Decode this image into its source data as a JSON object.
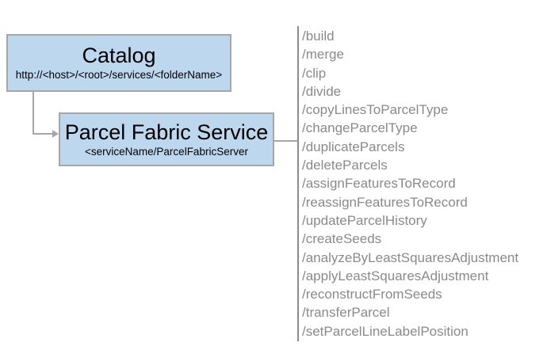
{
  "diagram": {
    "catalog": {
      "title": "Catalog",
      "url_template": "http://<host>/<root>/services/<folderName>"
    },
    "service": {
      "title": "Parcel Fabric Service",
      "url_template": "<serviceName/ParcelFabricServer"
    },
    "endpoints": [
      "/build",
      "/merge",
      "/clip",
      "/divide",
      "/copyLinesToParcelType",
      "/changeParcelType",
      "/duplicateParcels",
      "/deleteParcels",
      "/assignFeaturesToRecord",
      "/reassignFeaturesToRecord",
      "/updateParcelHistory",
      "/createSeeds",
      "/analyzeByLeastSquaresAdjustment",
      "/applyLeastSquaresAdjustment",
      "/reconstructFromSeeds",
      "/transferParcel",
      "/setParcelLineLabelPosition"
    ],
    "colors": {
      "node_fill": "#bdd7ee",
      "node_border": "#a6a6a6",
      "connector": "#a6a6a6",
      "endpoint_text": "#8a8a8a",
      "divider": "#8c8c8c",
      "title_text": "#000000"
    }
  }
}
